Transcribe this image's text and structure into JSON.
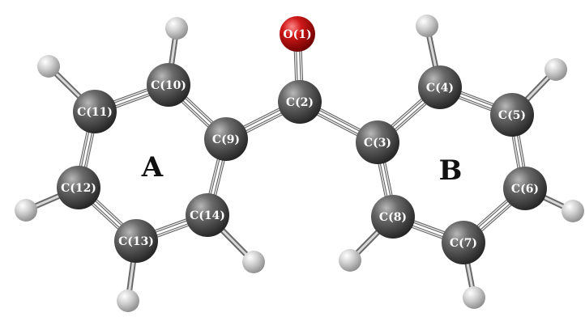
{
  "colors": {
    "carbon": "#4a4a4a",
    "oxygen": "#c41212",
    "hydrogen": "#c4c4c4",
    "bond": "#8f8f8f",
    "label": "#ffffff",
    "ring_label": "#111111"
  },
  "ring_labels": {
    "a": "A",
    "b": "B"
  },
  "atoms": [
    {
      "label": "O(1)",
      "element": "O"
    },
    {
      "label": "C(2)",
      "element": "C"
    },
    {
      "label": "C(3)",
      "element": "C"
    },
    {
      "label": "C(4)",
      "element": "C"
    },
    {
      "label": "C(5)",
      "element": "C"
    },
    {
      "label": "C(6)",
      "element": "C"
    },
    {
      "label": "C(7)",
      "element": "C"
    },
    {
      "label": "C(8)",
      "element": "C"
    },
    {
      "label": "C(9)",
      "element": "C"
    },
    {
      "label": "C(10)",
      "element": "C"
    },
    {
      "label": "C(11)",
      "element": "C"
    },
    {
      "label": "C(12)",
      "element": "C"
    },
    {
      "label": "C(13)",
      "element": "C"
    },
    {
      "label": "C(14)",
      "element": "C"
    }
  ]
}
